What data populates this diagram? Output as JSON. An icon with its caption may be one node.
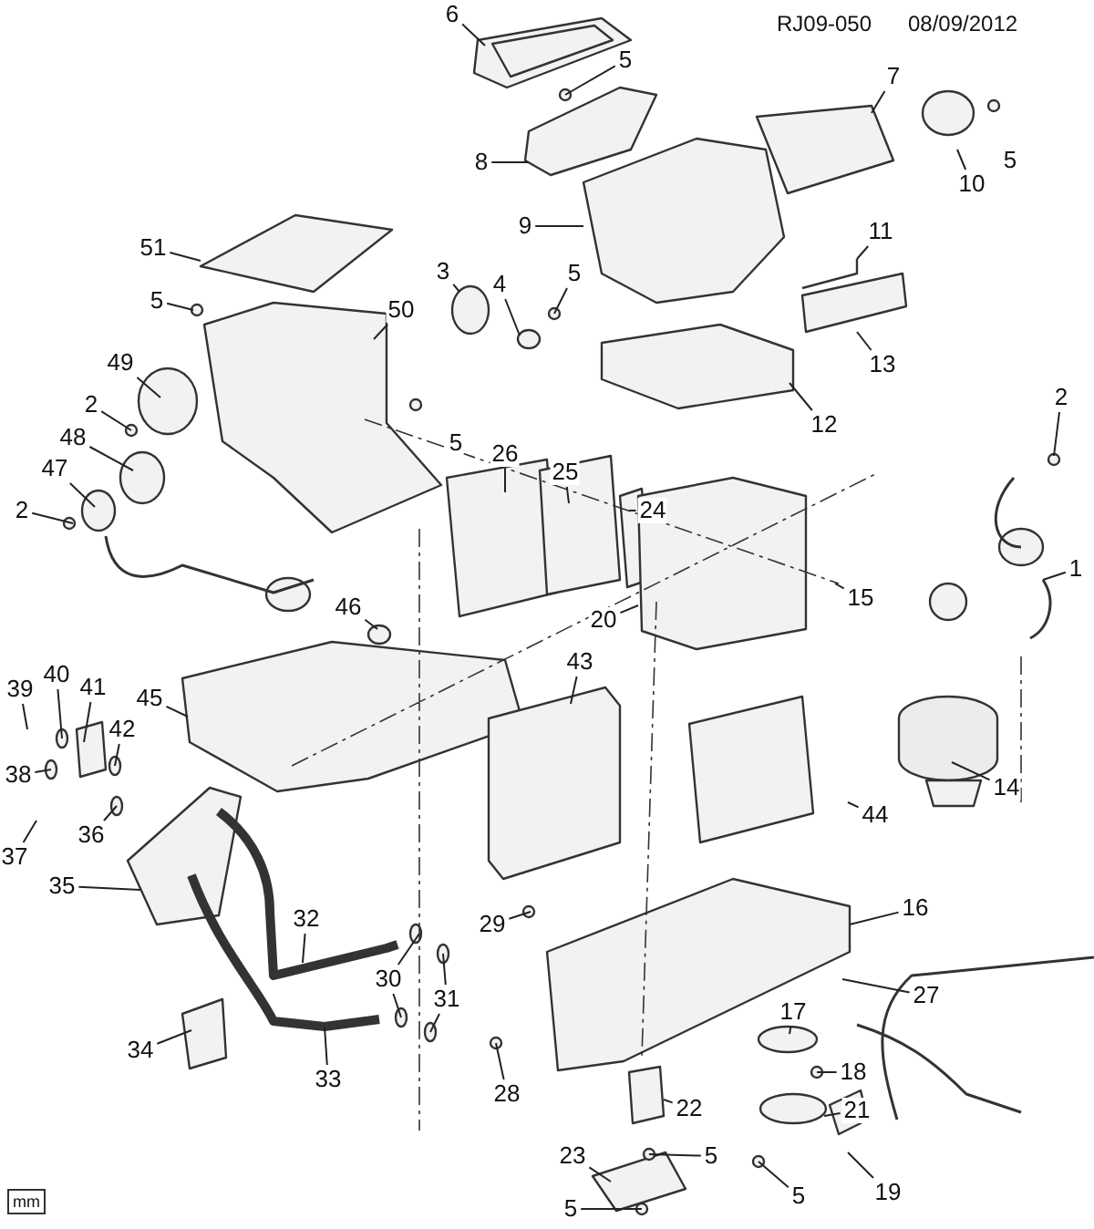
{
  "diagram": {
    "nodes": [
      {
        "text": [
          "6"
        ]
      },
      {
        "text": [
          "5"
        ]
      },
      {
        "text": [
          "7"
        ]
      },
      {
        "text": [
          "8"
        ]
      },
      {
        "text": [
          "10"
        ]
      },
      {
        "text": [
          "5"
        ]
      },
      {
        "text": [
          "9"
        ]
      },
      {
        "text": [
          "11"
        ]
      },
      {
        "text": [
          "51"
        ]
      },
      {
        "text": [
          "3"
        ]
      },
      {
        "text": [
          "4"
        ]
      },
      {
        "text": [
          "5"
        ]
      },
      {
        "text": [
          "5"
        ]
      },
      {
        "text": [
          "50"
        ]
      },
      {
        "text": [
          "49"
        ]
      },
      {
        "text": [
          "13"
        ]
      },
      {
        "text": [
          "2"
        ]
      },
      {
        "text": [
          "2"
        ]
      },
      {
        "text": [
          "12"
        ]
      },
      {
        "text": [
          "48"
        ]
      },
      {
        "text": [
          "5"
        ]
      },
      {
        "text": [
          "26"
        ]
      },
      {
        "text": [
          "25"
        ]
      },
      {
        "text": [
          "47"
        ]
      },
      {
        "text": [
          "2"
        ]
      },
      {
        "text": [
          "24"
        ]
      },
      {
        "text": [
          "1"
        ]
      },
      {
        "text": [
          "15"
        ]
      },
      {
        "text": [
          "46"
        ]
      },
      {
        "text": [
          "20"
        ]
      },
      {
        "text": [
          "43"
        ]
      },
      {
        "text": [
          "40"
        ]
      },
      {
        "text": [
          "39"
        ]
      },
      {
        "text": [
          "41"
        ]
      },
      {
        "text": [
          "45"
        ]
      },
      {
        "text": [
          "42"
        ]
      },
      {
        "text": [
          "38"
        ]
      },
      {
        "text": [
          "14"
        ]
      },
      {
        "text": [
          "44"
        ]
      },
      {
        "text": [
          "37"
        ]
      },
      {
        "text": [
          "36"
        ]
      },
      {
        "text": [
          "35"
        ]
      },
      {
        "text": [
          "16"
        ]
      },
      {
        "text": [
          "32"
        ]
      },
      {
        "text": [
          "29"
        ]
      },
      {
        "text": [
          "30"
        ]
      },
      {
        "text": [
          "31"
        ]
      },
      {
        "text": [
          "27"
        ]
      },
      {
        "text": [
          "17"
        ]
      },
      {
        "text": [
          "34"
        ]
      },
      {
        "text": [
          "33"
        ]
      },
      {
        "text": [
          "18"
        ]
      },
      {
        "text": [
          "28"
        ]
      },
      {
        "text": [
          "21"
        ]
      },
      {
        "text": [
          "22"
        ]
      },
      {
        "text": [
          "5"
        ]
      },
      {
        "text": [
          "23"
        ]
      },
      {
        "text": [
          "19"
        ]
      },
      {
        "text": [
          "5"
        ]
      },
      {
        "text": [
          "5"
        ]
      }
    ],
    "edges": [
      {
        "from": 0,
        "to": null,
        "arrow": "none"
      },
      {
        "from": 1,
        "to": null,
        "arrow": "none"
      },
      {
        "from": 2,
        "to": null,
        "arrow": "none"
      },
      {
        "from": 3,
        "to": null,
        "arrow": "none"
      },
      {
        "from": 4,
        "to": null,
        "arrow": "none"
      },
      {
        "from": 6,
        "to": null,
        "arrow": "none"
      },
      {
        "from": 7,
        "to": null,
        "arrow": "none"
      },
      {
        "from": 8,
        "to": null,
        "arrow": "none"
      },
      {
        "from": 9,
        "to": null,
        "arrow": "none"
      },
      {
        "from": 10,
        "to": null,
        "arrow": "none"
      },
      {
        "from": 11,
        "to": null,
        "arrow": "none"
      },
      {
        "from": 12,
        "to": null,
        "arrow": "none"
      },
      {
        "from": 13,
        "to": null,
        "arrow": "none"
      },
      {
        "from": 14,
        "to": null,
        "arrow": "none"
      },
      {
        "from": 15,
        "to": null,
        "arrow": "none"
      },
      {
        "from": 16,
        "to": null,
        "arrow": "none"
      },
      {
        "from": 17,
        "to": null,
        "arrow": "none"
      },
      {
        "from": 18,
        "to": null,
        "arrow": "none"
      },
      {
        "from": 19,
        "to": null,
        "arrow": "none"
      },
      {
        "from": 21,
        "to": null,
        "arrow": "none"
      },
      {
        "from": 22,
        "to": null,
        "arrow": "none"
      },
      {
        "from": 23,
        "to": null,
        "arrow": "none"
      },
      {
        "from": 24,
        "to": null,
        "arrow": "none"
      },
      {
        "from": 25,
        "to": null,
        "arrow": "none"
      },
      {
        "from": 26,
        "to": null,
        "arrow": "none"
      },
      {
        "from": 27,
        "to": null,
        "arrow": "none"
      },
      {
        "from": 28,
        "to": null,
        "arrow": "none"
      },
      {
        "from": 29,
        "to": null,
        "arrow": "none"
      },
      {
        "from": 30,
        "to": null,
        "arrow": "none"
      },
      {
        "from": 31,
        "to": null,
        "arrow": "none"
      },
      {
        "from": 32,
        "to": null,
        "arrow": "none"
      },
      {
        "from": 33,
        "to": null,
        "arrow": "none"
      },
      {
        "from": 34,
        "to": null,
        "arrow": "none"
      },
      {
        "from": 35,
        "to": null,
        "arrow": "none"
      },
      {
        "from": 36,
        "to": null,
        "arrow": "none"
      },
      {
        "from": 37,
        "to": null,
        "arrow": "none"
      },
      {
        "from": 38,
        "to": null,
        "arrow": "none"
      },
      {
        "from": 39,
        "to": null,
        "arrow": "none"
      },
      {
        "from": 40,
        "to": null,
        "arrow": "none"
      },
      {
        "from": 41,
        "to": null,
        "arrow": "none"
      },
      {
        "from": 42,
        "to": null,
        "arrow": "none"
      },
      {
        "from": 43,
        "to": null,
        "arrow": "none"
      },
      {
        "from": 44,
        "to": null,
        "arrow": "none"
      },
      {
        "from": 45,
        "to": null,
        "arrow": "none"
      },
      {
        "from": 45,
        "to": null,
        "arrow": "none"
      },
      {
        "from": 46,
        "to": null,
        "arrow": "none"
      },
      {
        "from": 46,
        "to": null,
        "arrow": "none"
      },
      {
        "from": 47,
        "to": null,
        "arrow": "none"
      },
      {
        "from": 48,
        "to": null,
        "arrow": "none"
      },
      {
        "from": 49,
        "to": null,
        "arrow": "none"
      },
      {
        "from": 50,
        "to": null,
        "arrow": "none"
      },
      {
        "from": 51,
        "to": null,
        "arrow": "none"
      },
      {
        "from": 52,
        "to": null,
        "arrow": "none"
      },
      {
        "from": 53,
        "to": null,
        "arrow": "none"
      },
      {
        "from": 54,
        "to": null,
        "arrow": "none"
      },
      {
        "from": 55,
        "to": null,
        "arrow": "none"
      },
      {
        "from": 56,
        "to": null,
        "arrow": "none"
      },
      {
        "from": 57,
        "to": null,
        "arrow": "none"
      },
      {
        "from": 58,
        "to": null,
        "arrow": "none"
      },
      {
        "from": 59,
        "to": null,
        "arrow": "none"
      }
    ],
    "labels": [
      "RJ09-050",
      "08/09/2012",
      "mm"
    ]
  }
}
